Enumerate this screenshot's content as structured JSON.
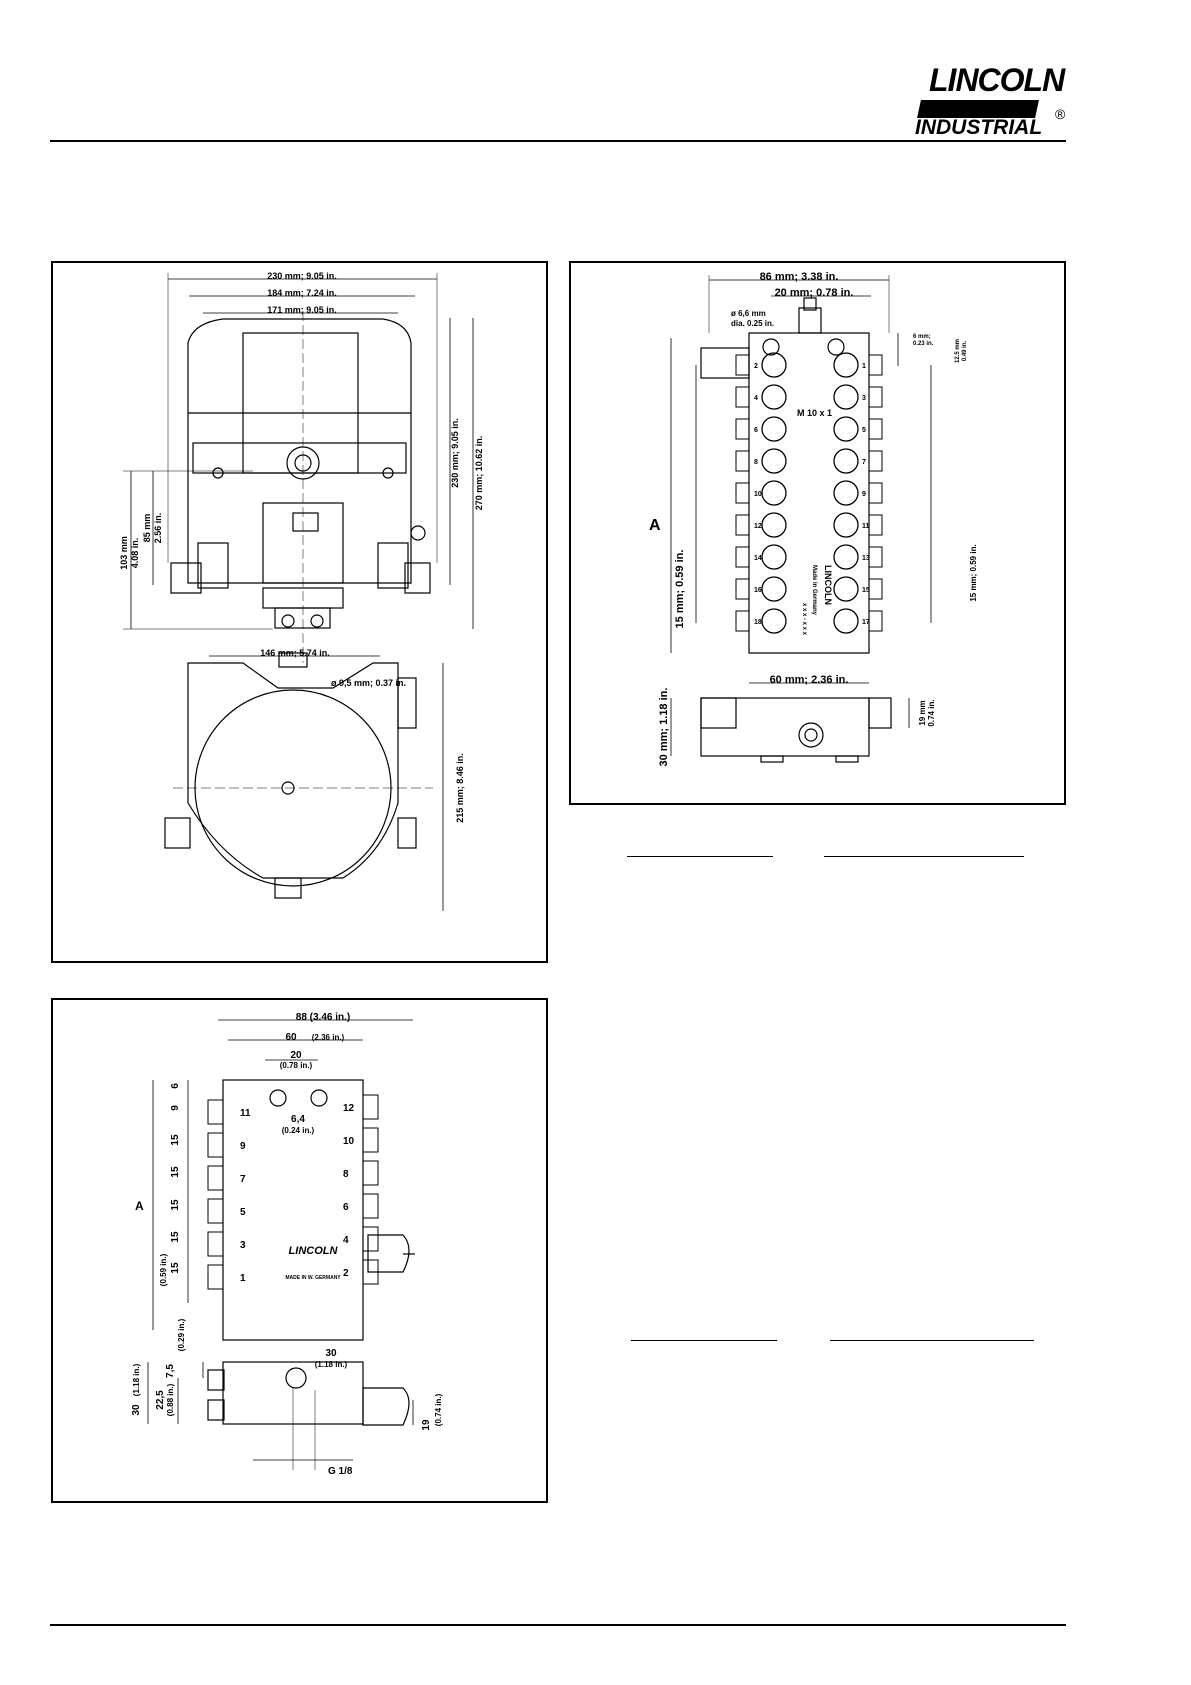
{
  "brand": {
    "top": "LINCOLN",
    "bottom": "INDUSTRIAL",
    "registered": "®"
  },
  "pump": {
    "w_total": "230 mm; 9.05 in.",
    "w_184": "184 mm; 7.24 in.",
    "w_171": "171 mm; 9.05 in.",
    "h_230": "230 mm; 9.05 in.",
    "h_270": "270 mm; 10.62 in.",
    "h_85": "85 mm",
    "h_85_in": "2.56 in.",
    "h_103": "103 mm",
    "h_103_in": "4.08 in.",
    "w_146": "146 mm; 5.74 in.",
    "dia_95": "ø 9,5 mm; 0.37 in.",
    "h_215": "215 mm; 8.46 in."
  },
  "dist_a": {
    "w_86": "86 mm; 3.38 in.",
    "w_20": "20 mm; 0.78 in.",
    "dia_66": "ø 6,6 mm",
    "dia_66_in": "dia. 0.25 in.",
    "d_6mm": "6 mm;",
    "d_6in": "0.23 in.",
    "d_125": "12.5 mm",
    "d_125_in": "0.49 in.",
    "thread": "M 10 x 1",
    "label_a": "A",
    "pitch_left": "15 mm; 0.59 in.",
    "pitch_right": "15 mm; 0.59 in.",
    "w_60": "60 mm; 2.36 in.",
    "h_30": "30 mm; 1.18 in.",
    "h_19": "19 mm",
    "h_19_in": "0.74 in.",
    "left_ports": [
      "2",
      "4",
      "6",
      "8",
      "10",
      "12",
      "14",
      "16",
      "18"
    ],
    "right_ports": [
      "1",
      "3",
      "5",
      "7",
      "9",
      "11",
      "13",
      "15",
      "17"
    ],
    "body_mark": "LINCOLN",
    "body_mark2": "Made in Germany",
    "body_mark3": "x x x - x x x"
  },
  "dist_b": {
    "w_88": "88 (3.46 in.)",
    "w_60": "60",
    "w_60_in": "(2.36 in.)",
    "w_20": "20",
    "w_20_in": "(0.78 in.)",
    "d_64": "6,4",
    "d_64_in": "(0.24 in.)",
    "v_6": "6",
    "v_9": "9",
    "v_15": [
      "15",
      "15",
      "15",
      "15",
      "15"
    ],
    "v_059": "(0.59 in.)",
    "label_a": "A",
    "left_ports": [
      "11",
      "9",
      "7",
      "5",
      "3",
      "1"
    ],
    "right_ports": [
      "12",
      "10",
      "8",
      "6",
      "4",
      "2"
    ],
    "body_mark": "LINCOLN",
    "body_mark2": "MADE IN W. GERMANY",
    "h_75": "7,5",
    "h_75_in": "(0.29 in.)",
    "h_225": "22,5",
    "h_225_in": "(0.88 in.)",
    "h_30": "30",
    "h_30_in": "(1.18 in.)",
    "w_30": "30",
    "w_30_in": "(1.18 in.)",
    "h_19": "19",
    "h_19_in": "(0.74 in.)",
    "thread": "G 1/8"
  }
}
